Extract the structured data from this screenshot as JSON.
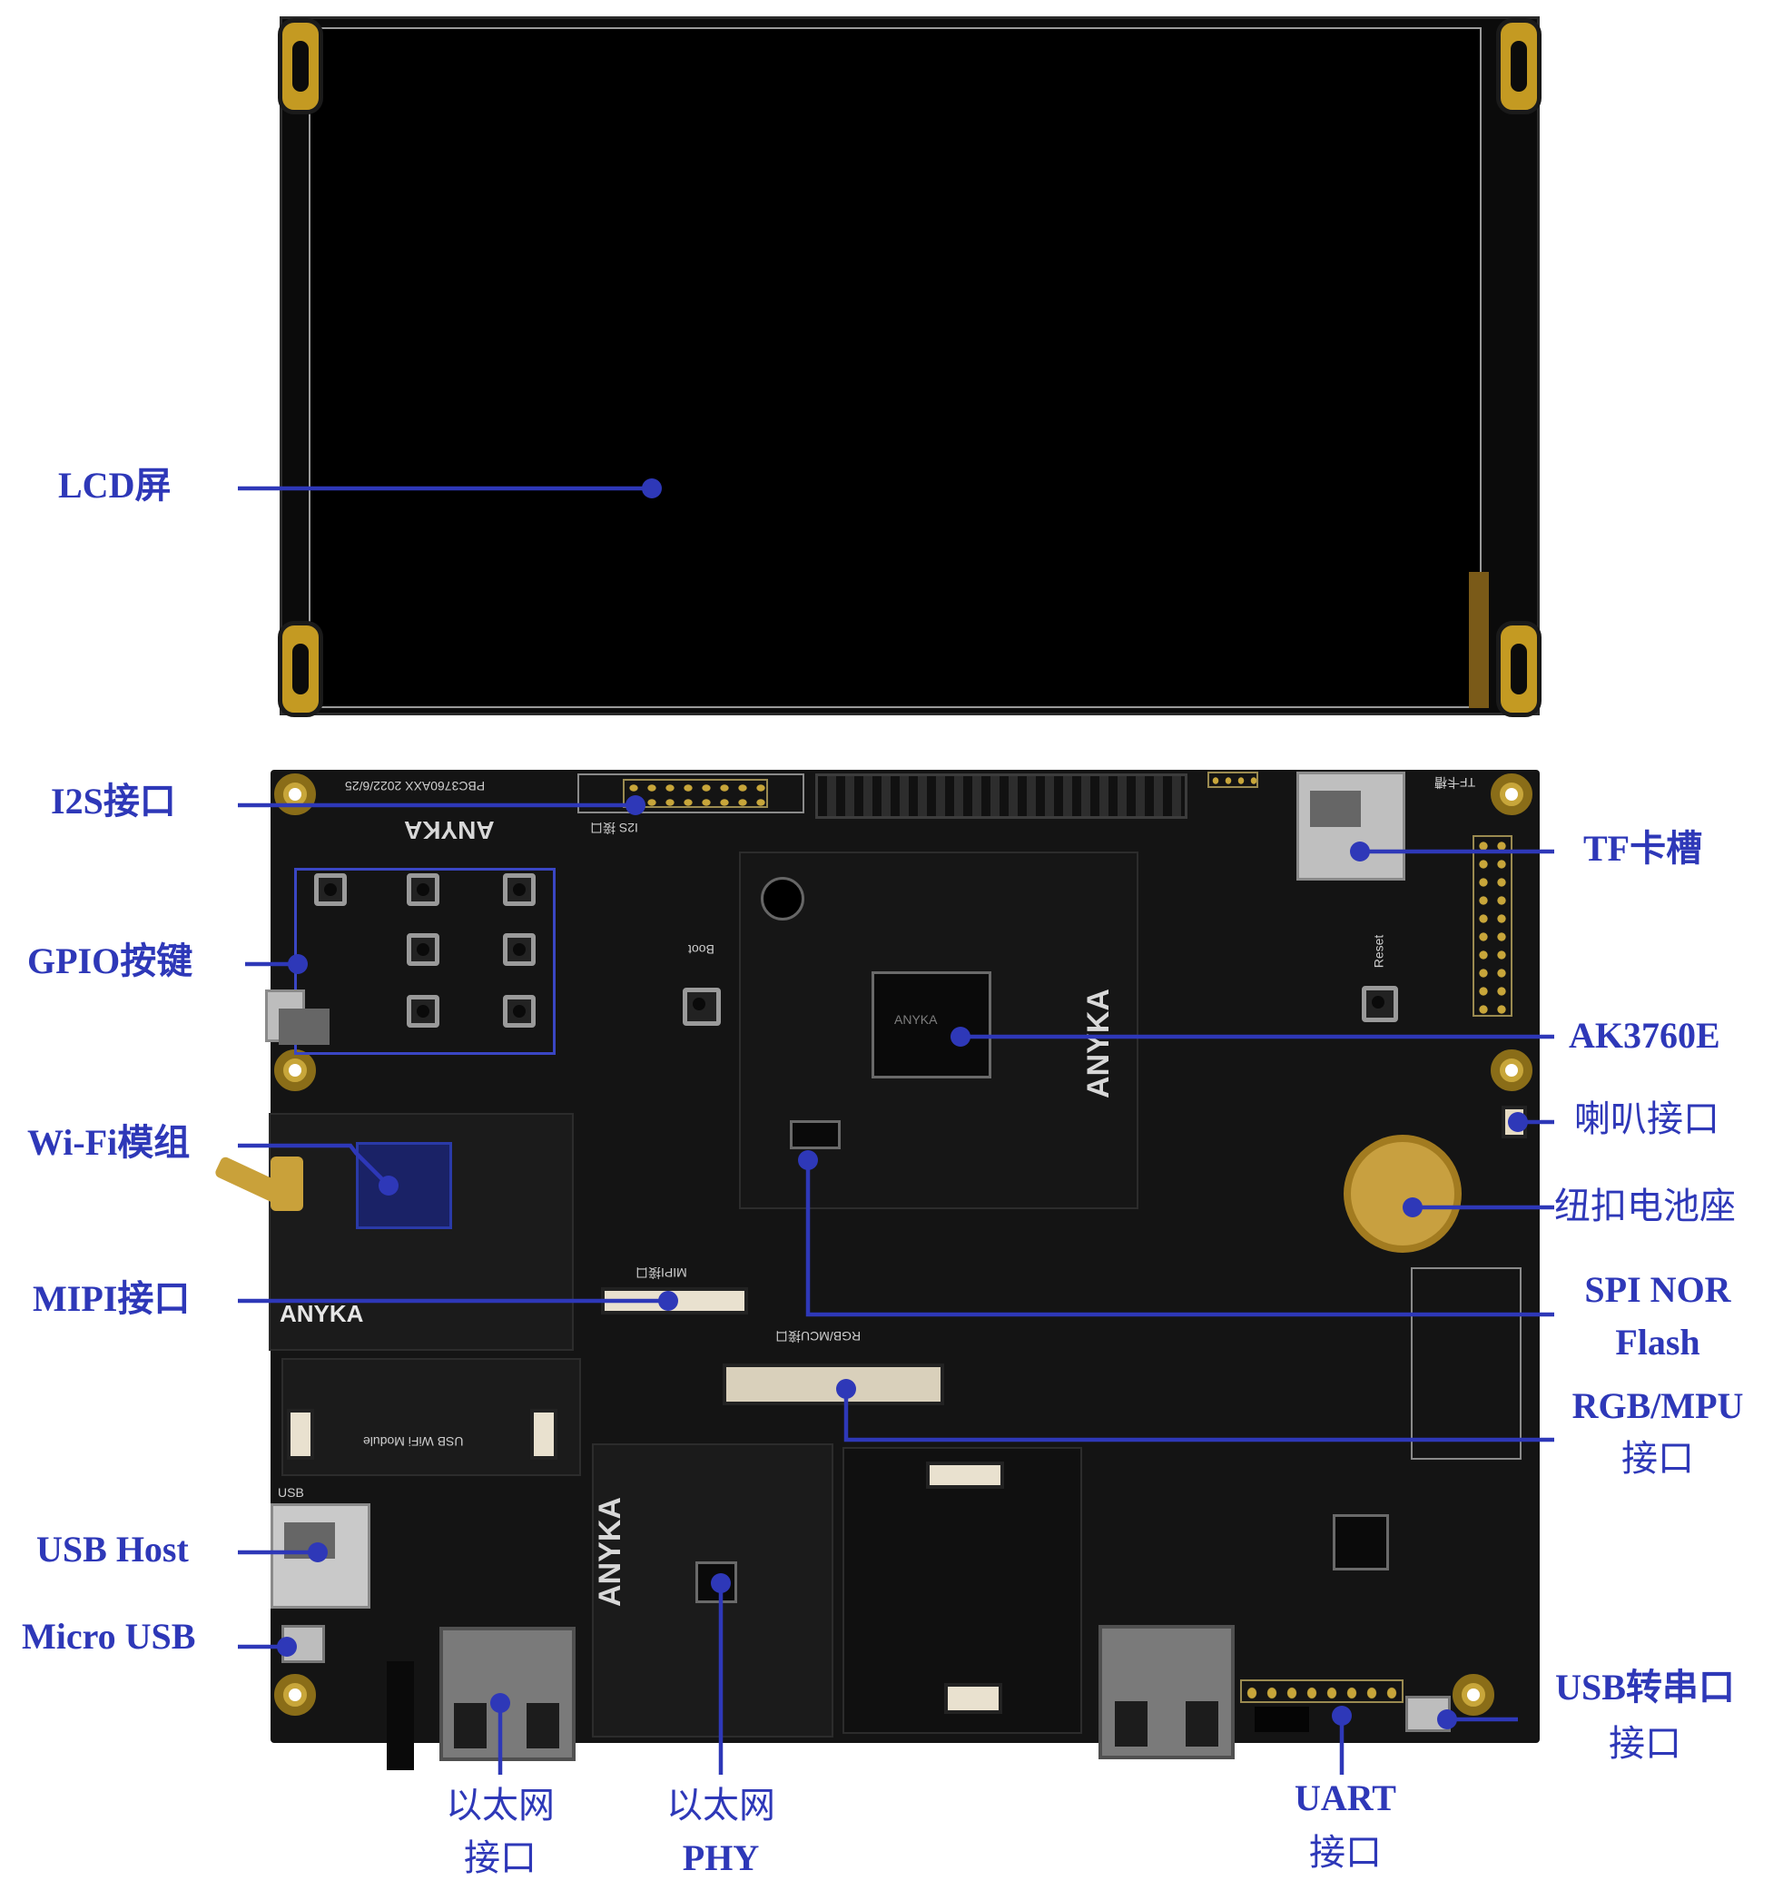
{
  "colors": {
    "callout": "#2e38b8",
    "board": "#141414",
    "gold": "#c8a63a"
  },
  "labels": {
    "lcd": "LCD屏",
    "i2s": "I2S接口",
    "gpio": "GPIO按键",
    "wifi": "Wi-Fi模组",
    "mipi": "MIPI接口",
    "usb_host": "USB Host",
    "micro_usb": "Micro USB",
    "tf": "TF卡槽",
    "ak3760e": "AK3760E",
    "speaker": "喇叭接口",
    "battery": "纽扣电池座",
    "spi_line1": "SPI NOR",
    "spi_line2": "Flash",
    "rgb_line1": "RGB/MPU",
    "rgb_line2": "接口",
    "usb_serial_line1": "USB转串口",
    "usb_serial_line2": "接口",
    "ethernet_line1": "以太网",
    "ethernet_line2": "接口",
    "phy_line1": "以太网",
    "phy_line2": "PHY",
    "uart_line1": "UART",
    "uart_line2": "接口"
  },
  "silkscreen": {
    "brand": "ANYKA",
    "board_id": "PBC3760AXX 2022/6/25",
    "chip_mark": "ANYKA",
    "i2s_silk": "I2S 接口",
    "boot": "Boot",
    "reset": "Reset",
    "usb_wifi": "USB WiFi Module",
    "mipi_silk": "MIPI接口",
    "rgb_silk": "RGB/MCU接口",
    "tf_silk": "TF卡槽",
    "usb_silk": "USB"
  }
}
